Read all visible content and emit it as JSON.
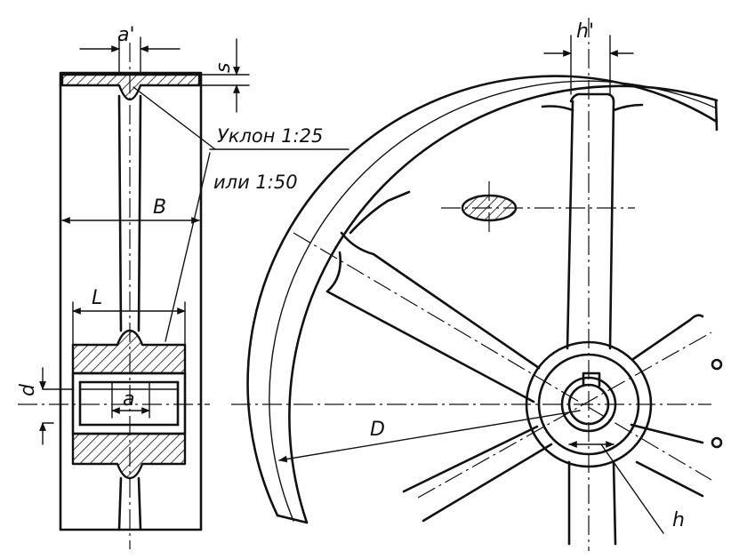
{
  "dimensions": {
    "a_prime": "a'",
    "s": "s",
    "B": "B",
    "L": "L",
    "a": "a",
    "d": "d",
    "h_prime": "h'",
    "D": "D",
    "h": "h"
  },
  "notes": {
    "slope_line1": "Уклон 1:25",
    "slope_line2": "или 1:50"
  }
}
